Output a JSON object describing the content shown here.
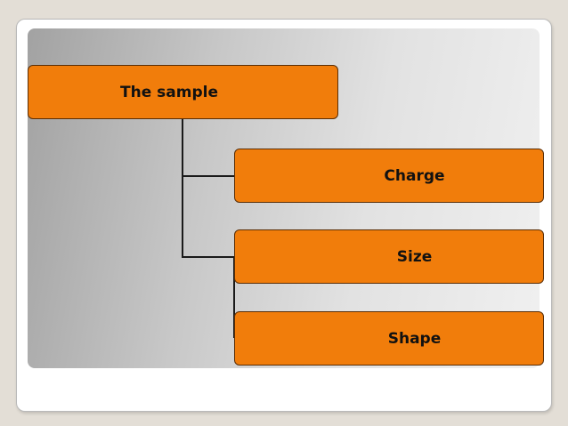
{
  "diagram": {
    "root": {
      "label": "The sample"
    },
    "children": [
      {
        "label": "Charge"
      },
      {
        "label": "Size"
      },
      {
        "label": "Shape"
      }
    ]
  },
  "colors": {
    "background": "#e3ded6",
    "node_fill": "#f17d0b",
    "node_border": "#5a2e06",
    "connector": "#1a1a1a"
  }
}
